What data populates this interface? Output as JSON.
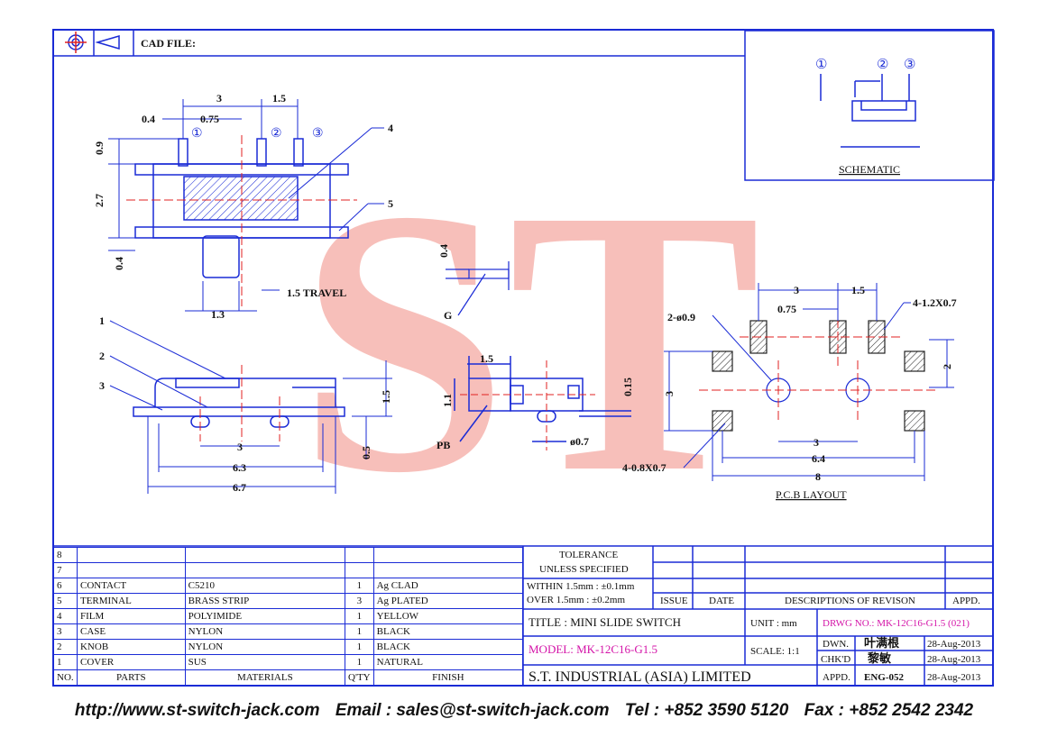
{
  "header": {
    "cad_label": "CAD FILE:"
  },
  "colors": {
    "line": "#1a2bd6",
    "center": "#e02020",
    "watermark": "#f29a92"
  },
  "watermark": {
    "text": "ST"
  },
  "schematic": {
    "title": "SCHEMATIC",
    "pins": [
      "①",
      "②",
      "③"
    ]
  },
  "top_view": {
    "dims": {
      "d3": "3",
      "d15": "1.5",
      "d04": "0.4",
      "d075": "0.75",
      "d09": "0.9",
      "d27": "2.7",
      "d04b": "0.4",
      "d13": "1.3",
      "travel": "1.5 TRAVEL"
    },
    "pins": [
      "①",
      "②",
      "③"
    ],
    "callouts": {
      "c4": "4",
      "c5": "5"
    }
  },
  "detail_g": {
    "dim": "0.4",
    "label": "G"
  },
  "side_view": {
    "callouts": {
      "c1": "1",
      "c2": "2",
      "c3": "3"
    },
    "dims": {
      "d15": "1.5",
      "d05": "0.5",
      "d3": "3",
      "d63": "6.3",
      "d67": "6.7"
    }
  },
  "end_view": {
    "dims": {
      "d15": "1.5",
      "d11": "1.1",
      "d015": "0.15",
      "phi07": "ø0.7"
    },
    "label": "PB"
  },
  "pcb": {
    "title": "P.C.B LAYOUT",
    "dims": {
      "d3": "3",
      "d15": "1.5",
      "d075": "0.75",
      "pads": "4-1.2X0.7",
      "holes": "2-ø0.9",
      "d2": "2",
      "d3v": "3",
      "d3b": "3",
      "d64": "6.4",
      "d8": "8",
      "mount": "4-0.8X0.7"
    }
  },
  "bom": {
    "header": {
      "no": "NO.",
      "parts": "PARTS",
      "materials": "MATERIALS",
      "qty": "Q'TY",
      "finish": "FINISH"
    },
    "rows": [
      {
        "no": "8",
        "part": "",
        "material": "",
        "qty": "",
        "finish": ""
      },
      {
        "no": "7",
        "part": "",
        "material": "",
        "qty": "",
        "finish": ""
      },
      {
        "no": "6",
        "part": "CONTACT",
        "material": "C5210",
        "qty": "1",
        "finish": "Ag CLAD"
      },
      {
        "no": "5",
        "part": "TERMINAL",
        "material": "BRASS STRIP",
        "qty": "3",
        "finish": "Ag PLATED"
      },
      {
        "no": "4",
        "part": "FILM",
        "material": "POLYIMIDE",
        "qty": "1",
        "finish": "YELLOW"
      },
      {
        "no": "3",
        "part": "CASE",
        "material": "NYLON",
        "qty": "1",
        "finish": "BLACK"
      },
      {
        "no": "2",
        "part": "KNOB",
        "material": "NYLON",
        "qty": "1",
        "finish": "BLACK"
      },
      {
        "no": "1",
        "part": "COVER",
        "material": "SUS",
        "qty": "1",
        "finish": "NATURAL"
      }
    ]
  },
  "title_block": {
    "tolerance": "TOLERANCE",
    "unless": "UNLESS  SPECIFIED",
    "within": "WITHIN  1.5mm : ±0.1mm",
    "over": "OVER    1.5mm : ±0.2mm",
    "issue": "ISSUE",
    "date": "DATE",
    "descriptions": "DESCRIPTIONS  OF  REVISON",
    "appd": "APPD.",
    "title": "TITLE : MINI SLIDE SWITCH",
    "unit": "UNIT :   mm",
    "drwg": "DRWG NO.: MK-12C16-G1.5 (021)",
    "model": "MODEL: MK-12C16-G1.5",
    "scale": "SCALE:  1:1",
    "dwn": "DWN.",
    "dwn_name": "叶满根",
    "dwn_date": "28-Aug-2013",
    "chkd": "CHK'D",
    "chkd_name": "黎敏",
    "chkd_date": "28-Aug-2013",
    "appd2": "APPD.",
    "appd_name": "ENG-052",
    "appd_date": "28-Aug-2013",
    "company": "S.T.  INDUSTRIAL  (ASIA)  LIMITED"
  },
  "footer": {
    "web": "http://www.st-switch-jack.com",
    "email": "Email : sales@st-switch-jack.com",
    "tel": "Tel : +852 3590 5120",
    "fax": "Fax : +852 2542 2342"
  }
}
